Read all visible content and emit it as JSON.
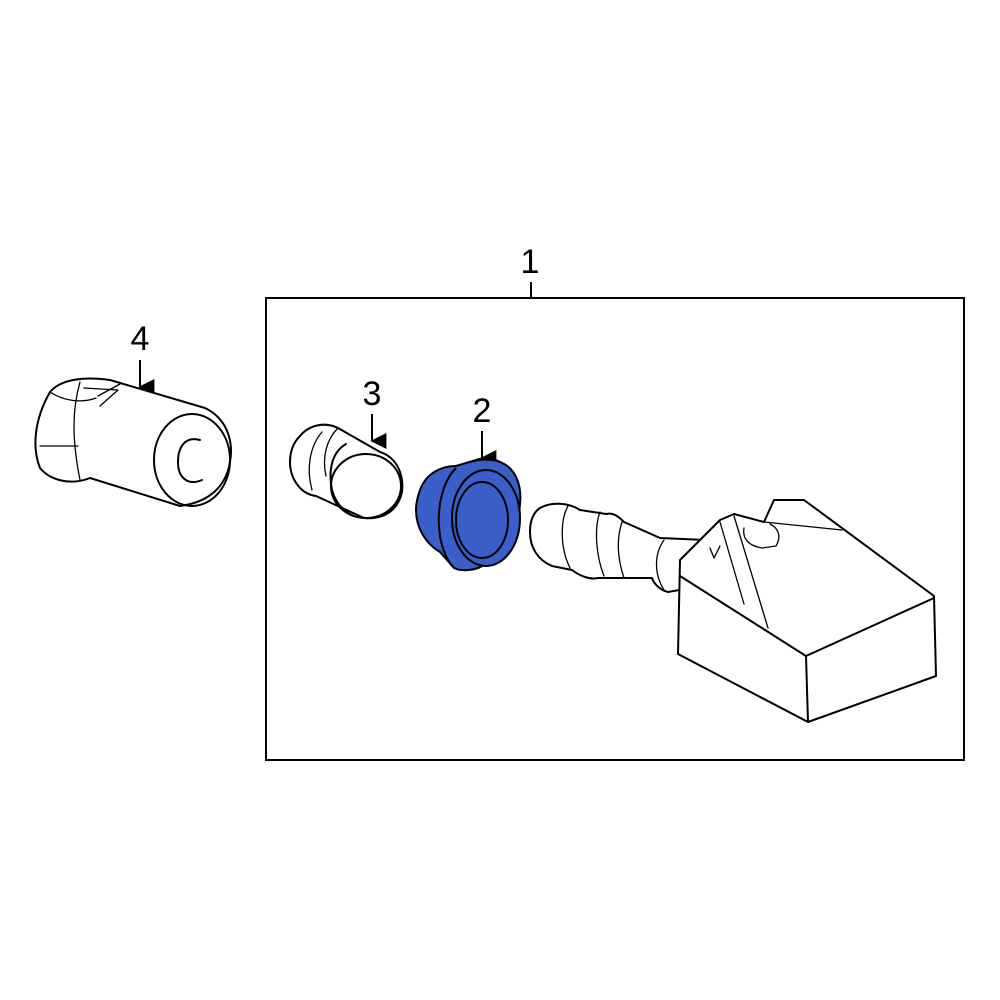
{
  "callouts": {
    "assembly": "1",
    "grommet": "2",
    "valve_core": "3",
    "cap": "4"
  },
  "colors": {
    "highlight": "#3b5fc8",
    "line": "#000000",
    "background": "#ffffff"
  }
}
